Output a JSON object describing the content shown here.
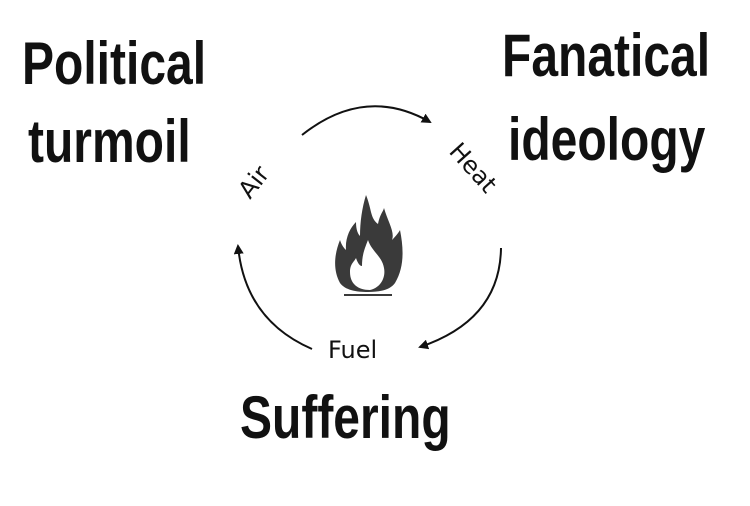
{
  "corners": {
    "top_left": [
      "Political",
      "turmoil"
    ],
    "top_right": [
      "Fanatical",
      "ideology"
    ],
    "bottom": "Suffering"
  },
  "triangle": {
    "air": "Air",
    "heat": "Heat",
    "fuel": "Fuel"
  },
  "icons": {
    "center": "fire-icon"
  },
  "colors": {
    "text": "#111111",
    "icon": "#3a3a3a"
  }
}
